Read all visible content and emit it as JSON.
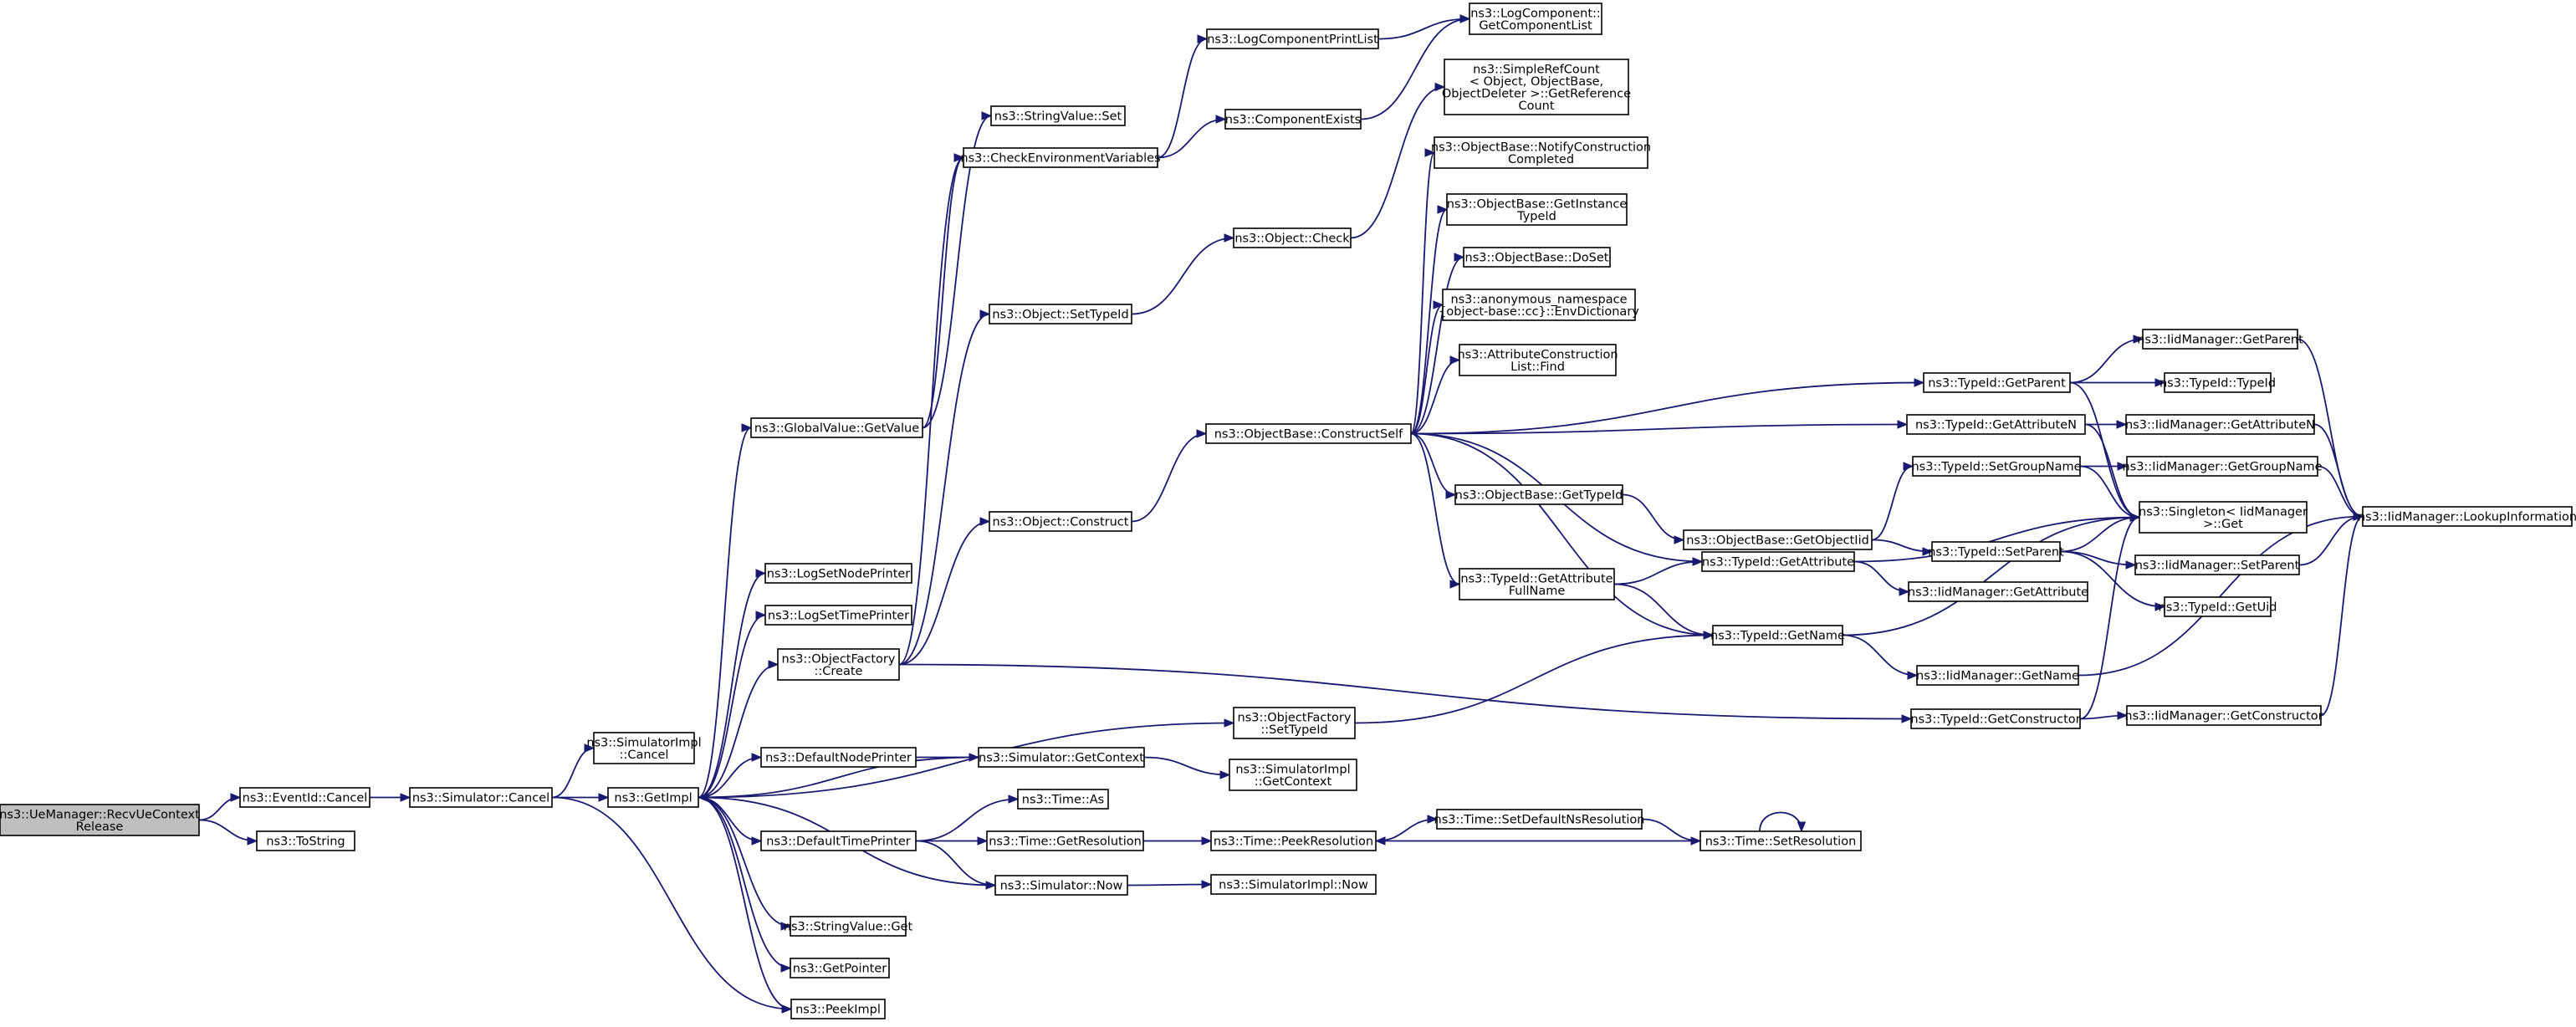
{
  "colors": {
    "edge": "#191970",
    "root_fill": "#bfbfbf",
    "node_fill": "#ffffff",
    "node_border": "#000000"
  },
  "nodes": [
    {
      "id": "n0",
      "lines": [
        "ns3::UeManager::RecvUeContext",
        "Release"
      ],
      "root": true
    },
    {
      "id": "n1",
      "lines": [
        "ns3::EventId::Cancel"
      ]
    },
    {
      "id": "n2",
      "lines": [
        "ns3::ToString"
      ]
    },
    {
      "id": "n3",
      "lines": [
        "ns3::Simulator::Cancel"
      ]
    },
    {
      "id": "n4",
      "lines": [
        "ns3::SimulatorImpl",
        "::Cancel"
      ]
    },
    {
      "id": "n5",
      "lines": [
        "ns3::GetImpl"
      ]
    },
    {
      "id": "n6",
      "lines": [
        "ns3::PeekImpl"
      ]
    },
    {
      "id": "n7",
      "lines": [
        "ns3::GlobalValue::GetValue"
      ]
    },
    {
      "id": "n8",
      "lines": [
        "ns3::LogSetNodePrinter"
      ]
    },
    {
      "id": "n9",
      "lines": [
        "ns3::LogSetTimePrinter"
      ]
    },
    {
      "id": "n10",
      "lines": [
        "ns3::ObjectFactory",
        "::Create"
      ]
    },
    {
      "id": "n11",
      "lines": [
        "ns3::DefaultNodePrinter"
      ]
    },
    {
      "id": "n12",
      "lines": [
        "ns3::DefaultTimePrinter"
      ]
    },
    {
      "id": "n13",
      "lines": [
        "ns3::StringValue::Get"
      ]
    },
    {
      "id": "n14",
      "lines": [
        "ns3::GetPointer"
      ]
    },
    {
      "id": "n15",
      "lines": [
        "ns3::StringValue::Set"
      ]
    },
    {
      "id": "n16",
      "lines": [
        "ns3::CheckEnvironmentVariables"
      ]
    },
    {
      "id": "n17",
      "lines": [
        "ns3::Object::SetTypeId"
      ]
    },
    {
      "id": "n18",
      "lines": [
        "ns3::Object::Construct"
      ]
    },
    {
      "id": "n19",
      "lines": [
        "ns3::Simulator::GetContext"
      ]
    },
    {
      "id": "n20",
      "lines": [
        "ns3::Time::As"
      ]
    },
    {
      "id": "n21",
      "lines": [
        "ns3::Time::GetResolution"
      ]
    },
    {
      "id": "n22",
      "lines": [
        "ns3::Simulator::Now"
      ]
    },
    {
      "id": "n23",
      "lines": [
        "ns3::LogComponentPrintList"
      ]
    },
    {
      "id": "n24",
      "lines": [
        "ns3::ComponentExists"
      ]
    },
    {
      "id": "n25",
      "lines": [
        "ns3::Object::Check"
      ]
    },
    {
      "id": "n26",
      "lines": [
        "ns3::ObjectBase::ConstructSelf"
      ]
    },
    {
      "id": "n27",
      "lines": [
        "ns3::ObjectFactory",
        "::SetTypeId"
      ]
    },
    {
      "id": "n28",
      "lines": [
        "ns3::SimulatorImpl",
        "::GetContext"
      ]
    },
    {
      "id": "n29",
      "lines": [
        "ns3::Time::PeekResolution"
      ]
    },
    {
      "id": "n30",
      "lines": [
        "ns3::SimulatorImpl::Now"
      ]
    },
    {
      "id": "n31",
      "lines": [
        "ns3::LogComponent::",
        "GetComponentList"
      ]
    },
    {
      "id": "n32",
      "lines": [
        "ns3::SimpleRefCount",
        "< Object, ObjectBase,",
        "ObjectDeleter >::GetReference",
        "Count"
      ]
    },
    {
      "id": "n33",
      "lines": [
        "ns3::ObjectBase::NotifyConstruction",
        "Completed"
      ]
    },
    {
      "id": "n34",
      "lines": [
        "ns3::ObjectBase::GetInstance",
        "TypeId"
      ]
    },
    {
      "id": "n35",
      "lines": [
        "ns3::ObjectBase::DoSet"
      ]
    },
    {
      "id": "n36",
      "lines": [
        "ns3::anonymous_namespace",
        "{object-base::cc}::EnvDictionary"
      ]
    },
    {
      "id": "n37",
      "lines": [
        "ns3::AttributeConstruction",
        "List::Find"
      ]
    },
    {
      "id": "n38",
      "lines": [
        "ns3::ObjectBase::GetTypeId"
      ]
    },
    {
      "id": "n39",
      "lines": [
        "ns3::TypeId::GetAttribute",
        "FullName"
      ]
    },
    {
      "id": "n40",
      "lines": [
        "ns3::Time::SetDefaultNsResolution"
      ]
    },
    {
      "id": "n41",
      "lines": [
        "ns3::ObjectBase::GetObjectIid"
      ]
    },
    {
      "id": "n42",
      "lines": [
        "ns3::TypeId::GetAttribute"
      ]
    },
    {
      "id": "n43",
      "lines": [
        "ns3::TypeId::GetName"
      ]
    },
    {
      "id": "n44",
      "lines": [
        "ns3::Time::SetResolution"
      ]
    },
    {
      "id": "n45",
      "lines": [
        "ns3::TypeId::GetParent"
      ]
    },
    {
      "id": "n46",
      "lines": [
        "ns3::TypeId::GetAttributeN"
      ]
    },
    {
      "id": "n47",
      "lines": [
        "ns3::TypeId::SetGroupName"
      ]
    },
    {
      "id": "n48",
      "lines": [
        "ns3::TypeId::SetParent"
      ]
    },
    {
      "id": "n49",
      "lines": [
        "ns3::IidManager::GetAttribute"
      ]
    },
    {
      "id": "n50",
      "lines": [
        "ns3::IidManager::GetName"
      ]
    },
    {
      "id": "n51",
      "lines": [
        "ns3::TypeId::GetConstructor"
      ]
    },
    {
      "id": "n52",
      "lines": [
        "ns3::IidManager::GetParent"
      ]
    },
    {
      "id": "n53",
      "lines": [
        "ns3::TypeId::TypeId"
      ]
    },
    {
      "id": "n54",
      "lines": [
        "ns3::IidManager::GetAttributeN"
      ]
    },
    {
      "id": "n55",
      "lines": [
        "ns3::IidManager::GetGroupName"
      ]
    },
    {
      "id": "n56",
      "lines": [
        "ns3::Singleton< IidManager",
        ">::Get"
      ]
    },
    {
      "id": "n57",
      "lines": [
        "ns3::IidManager::SetParent"
      ]
    },
    {
      "id": "n58",
      "lines": [
        "ns3::TypeId::GetUid"
      ]
    },
    {
      "id": "n59",
      "lines": [
        "ns3::IidManager::GetConstructor"
      ]
    },
    {
      "id": "n60",
      "lines": [
        "ns3::IidManager::LookupInformation"
      ]
    }
  ],
  "edges": [
    [
      "n0",
      "n1"
    ],
    [
      "n0",
      "n2"
    ],
    [
      "n1",
      "n3"
    ],
    [
      "n3",
      "n4"
    ],
    [
      "n3",
      "n5"
    ],
    [
      "n3",
      "n6"
    ],
    [
      "n5",
      "n7"
    ],
    [
      "n5",
      "n8"
    ],
    [
      "n5",
      "n9"
    ],
    [
      "n5",
      "n10"
    ],
    [
      "n5",
      "n27"
    ],
    [
      "n5",
      "n11"
    ],
    [
      "n5",
      "n12"
    ],
    [
      "n5",
      "n13"
    ],
    [
      "n5",
      "n14"
    ],
    [
      "n5",
      "n6"
    ],
    [
      "n7",
      "n15"
    ],
    [
      "n7",
      "n16"
    ],
    [
      "n10",
      "n16"
    ],
    [
      "n10",
      "n17"
    ],
    [
      "n10",
      "n18"
    ],
    [
      "n10",
      "n51"
    ],
    [
      "n11",
      "n19"
    ],
    [
      "n19",
      "n5"
    ],
    [
      "n19",
      "n28"
    ],
    [
      "n12",
      "n20"
    ],
    [
      "n12",
      "n21"
    ],
    [
      "n12",
      "n22"
    ],
    [
      "n22",
      "n5"
    ],
    [
      "n22",
      "n30"
    ],
    [
      "n21",
      "n29"
    ],
    [
      "n29",
      "n40"
    ],
    [
      "n40",
      "n44"
    ],
    [
      "n44",
      "n29"
    ],
    [
      "n44",
      "n44"
    ],
    [
      "n16",
      "n23"
    ],
    [
      "n16",
      "n24"
    ],
    [
      "n23",
      "n31"
    ],
    [
      "n24",
      "n31"
    ],
    [
      "n17",
      "n25"
    ],
    [
      "n25",
      "n32"
    ],
    [
      "n18",
      "n26"
    ],
    [
      "n26",
      "n33"
    ],
    [
      "n26",
      "n34"
    ],
    [
      "n26",
      "n35"
    ],
    [
      "n26",
      "n36"
    ],
    [
      "n26",
      "n37"
    ],
    [
      "n26",
      "n45"
    ],
    [
      "n26",
      "n46"
    ],
    [
      "n26",
      "n38"
    ],
    [
      "n26",
      "n42"
    ],
    [
      "n26",
      "n39"
    ],
    [
      "n26",
      "n43"
    ],
    [
      "n27",
      "n43"
    ],
    [
      "n38",
      "n41"
    ],
    [
      "n41",
      "n47"
    ],
    [
      "n41",
      "n48"
    ],
    [
      "n39",
      "n42"
    ],
    [
      "n39",
      "n43"
    ],
    [
      "n42",
      "n49"
    ],
    [
      "n42",
      "n56"
    ],
    [
      "n43",
      "n50"
    ],
    [
      "n43",
      "n56"
    ],
    [
      "n45",
      "n52"
    ],
    [
      "n45",
      "n53"
    ],
    [
      "n45",
      "n56"
    ],
    [
      "n46",
      "n54"
    ],
    [
      "n46",
      "n56"
    ],
    [
      "n47",
      "n55"
    ],
    [
      "n47",
      "n56"
    ],
    [
      "n48",
      "n57"
    ],
    [
      "n48",
      "n58"
    ],
    [
      "n48",
      "n56"
    ],
    [
      "n51",
      "n59"
    ],
    [
      "n51",
      "n56"
    ],
    [
      "n52",
      "n60"
    ],
    [
      "n54",
      "n60"
    ],
    [
      "n55",
      "n60"
    ],
    [
      "n57",
      "n60"
    ],
    [
      "n50",
      "n60"
    ],
    [
      "n59",
      "n60"
    ]
  ]
}
